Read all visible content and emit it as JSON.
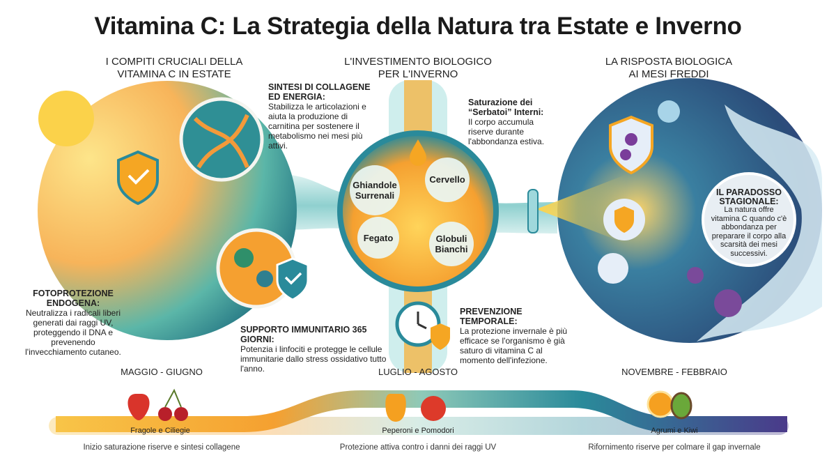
{
  "title": "Vitamina C: La Strategia della Natura tra Estate e Inverno",
  "sections": {
    "left": {
      "line1": "I COMPITI CRUCIALI DELLA",
      "line2": "VITAMINA C IN ESTATE"
    },
    "middle": {
      "line1": "L'INVESTIMENTO BIOLOGICO",
      "line2": "PER L'INVERNO"
    },
    "right": {
      "line1": "LA RISPOSTA BIOLOGICA",
      "line2": "AI MESI FREDDI"
    }
  },
  "notes": {
    "collagene": {
      "title1": "SINTESI DI COLLAGENE",
      "title2": "ED ENERGIA:",
      "text": "Stabilizza le articolazioni e aiuta la produzione di carnitina per sostenere il metabolismo nei mesi più attivi."
    },
    "fotoprotezione": {
      "title1": "FOTOPROTEZIONE",
      "title2": "ENDOGENA:",
      "text": "Neutralizza i radicali liberi generati dai raggi UV, proteggendo il DNA e prevenendo l'invecchiamento cutaneo."
    },
    "supporto": {
      "title": "SUPPORTO IMMUNITARIO 365 GIORNI:",
      "text": "Potenzia i linfociti e protegge le cellule immunitarie dallo stress ossidativo tutto l'anno."
    },
    "saturazione": {
      "title1": "Saturazione dei",
      "title2": "“Serbatoi” Interni:",
      "text": "Il corpo accumula riserve durante l'abbondanza estiva."
    },
    "prevenzione": {
      "title": "PREVENZIONE TEMPORALE:",
      "text": "La protezione invernale è più efficace se l'organismo è già saturo di vitamina C al momento dell'infezione."
    },
    "paradosso": {
      "title1": "IL PARADOSSO",
      "title2": "STAGIONALE:",
      "text": "La natura offre vitamina C quando c'è abbondanza per preparare il corpo alla scarsità dei mesi successivi."
    }
  },
  "organs": {
    "ghiandole": {
      "l1": "Ghiandole",
      "l2": "Surrenali"
    },
    "cervello": {
      "l1": "Cervello"
    },
    "fegato": {
      "l1": "Fegato"
    },
    "globuli": {
      "l1": "Globuli",
      "l2": "Bianchi"
    }
  },
  "timeline": [
    {
      "period": "MAGGIO - GIUGNO",
      "foods": "Fragole e Ciliegie",
      "caption": "Inizio saturazione riserve e sintesi collagene"
    },
    {
      "period": "LUGLIO - AGOSTO",
      "foods": "Peperoni e Pomodori",
      "caption": "Protezione attiva contro i danni dei raggi UV"
    },
    {
      "period": "NOVEMBRE - FEBBRAIO",
      "foods": "Agrumi e Kiwi",
      "caption": "Rifornimento riserve per colmare il gap invernale"
    }
  ],
  "colors": {
    "summer": "#f5a623",
    "teal": "#2a8a9a",
    "winter": "#4a3a8a"
  }
}
